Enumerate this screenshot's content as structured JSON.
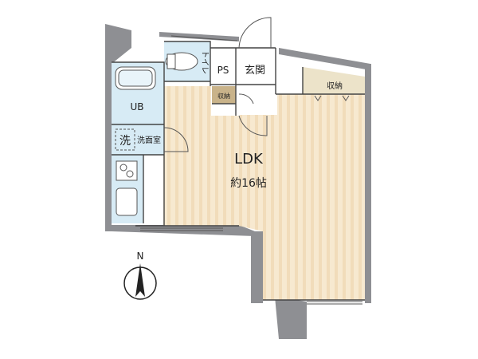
{
  "rooms": {
    "ldk": "LDK",
    "ldk_size": "約16帖",
    "toilet": "トイレ",
    "ps": "PS",
    "entrance": "玄関",
    "storage_top": "収納",
    "storage_small": "収納",
    "ub": "UB",
    "wash_mark": "洗",
    "washroom": "洗面室"
  },
  "compass": {
    "north": "N"
  },
  "colors": {
    "floor": "#f7e9d0",
    "floor_stripe": "#f1dcba",
    "wall": "#8e8f93",
    "wet_area": "#d7ebf5",
    "storage": "#ece3c9",
    "storage_small": "#c9b38a"
  }
}
